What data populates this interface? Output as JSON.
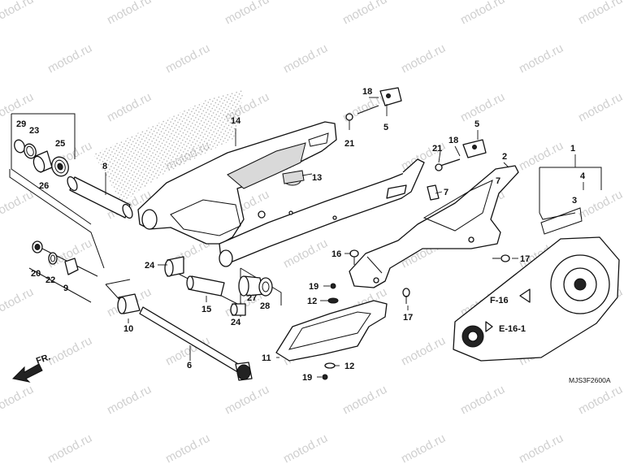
{
  "watermark": "motod.ru",
  "diagram_code": "MJS3F2600A",
  "front_indicator": "FR.",
  "references": {
    "chain_ref_1": "F-16",
    "chain_ref_2": "E-16-1"
  },
  "parts": [
    {
      "id": "p1",
      "number": "1"
    },
    {
      "id": "p2",
      "number": "2"
    },
    {
      "id": "p3",
      "number": "3"
    },
    {
      "id": "p4",
      "number": "4"
    },
    {
      "id": "p5a",
      "number": "5"
    },
    {
      "id": "p5b",
      "number": "5"
    },
    {
      "id": "p6",
      "number": "6"
    },
    {
      "id": "p7a",
      "number": "7"
    },
    {
      "id": "p7b",
      "number": "7"
    },
    {
      "id": "p8",
      "number": "8"
    },
    {
      "id": "p9",
      "number": "9"
    },
    {
      "id": "p10",
      "number": "10"
    },
    {
      "id": "p11",
      "number": "11"
    },
    {
      "id": "p12a",
      "number": "12"
    },
    {
      "id": "p12b",
      "number": "12"
    },
    {
      "id": "p13",
      "number": "13"
    },
    {
      "id": "p14",
      "number": "14"
    },
    {
      "id": "p15",
      "number": "15"
    },
    {
      "id": "p16",
      "number": "16"
    },
    {
      "id": "p17a",
      "number": "17"
    },
    {
      "id": "p17b",
      "number": "17"
    },
    {
      "id": "p18a",
      "number": "18"
    },
    {
      "id": "p18b",
      "number": "18"
    },
    {
      "id": "p19a",
      "number": "19"
    },
    {
      "id": "p19b",
      "number": "19"
    },
    {
      "id": "p20",
      "number": "20"
    },
    {
      "id": "p21a",
      "number": "21"
    },
    {
      "id": "p21b",
      "number": "21"
    },
    {
      "id": "p22",
      "number": "22"
    },
    {
      "id": "p23",
      "number": "23"
    },
    {
      "id": "p24a",
      "number": "24"
    },
    {
      "id": "p24b",
      "number": "24"
    },
    {
      "id": "p25",
      "number": "25"
    },
    {
      "id": "p26",
      "number": "26"
    },
    {
      "id": "p27",
      "number": "27"
    },
    {
      "id": "p28",
      "number": "28"
    },
    {
      "id": "p29",
      "number": "29"
    }
  ]
}
